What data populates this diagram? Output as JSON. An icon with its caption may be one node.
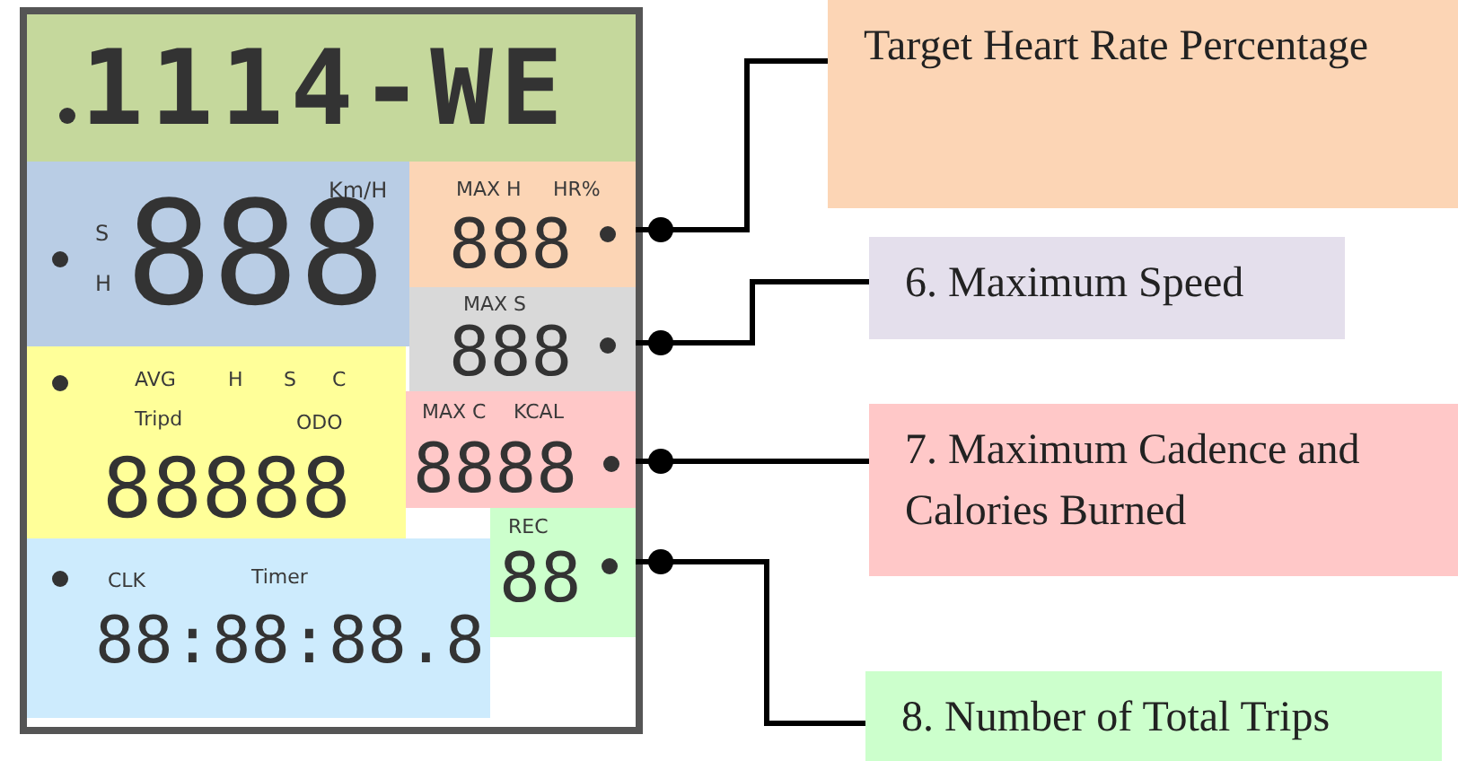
{
  "diagram": {
    "nodes": [
      {
        "text": [
          "1114-WE"
        ]
      },
      {
        "text": [
          "Km/H",
          "S",
          "H",
          "888"
        ]
      },
      {
        "text": [
          "MAX H",
          "HR%",
          "888"
        ]
      },
      {
        "text": [
          "MAX S",
          "888"
        ]
      },
      {
        "text": [
          "AVG",
          "H",
          "S",
          "C",
          "Tripd",
          "ODO",
          "88888"
        ]
      },
      {
        "text": [
          "MAX C",
          "KCAL",
          "8888"
        ]
      },
      {
        "text": [
          "REC",
          "88"
        ]
      },
      {
        "text": [
          "CLK",
          "Timer",
          "88:88:88.8"
        ]
      },
      {
        "text": [
          "Target Heart Rate Percentage"
        ]
      },
      {
        "text": [
          "6. Maximum Speed"
        ]
      },
      {
        "text": [
          "7. Maximum Cadence and Calories Burned"
        ]
      },
      {
        "text": [
          "8. Number of Total Trips"
        ]
      }
    ],
    "edges": [
      {
        "from": 8,
        "to": 2,
        "arrow": "other"
      },
      {
        "from": 9,
        "to": 3,
        "arrow": "other"
      },
      {
        "from": 10,
        "to": 5,
        "arrow": "other"
      },
      {
        "from": 11,
        "to": 6,
        "arrow": "other"
      }
    ]
  }
}
